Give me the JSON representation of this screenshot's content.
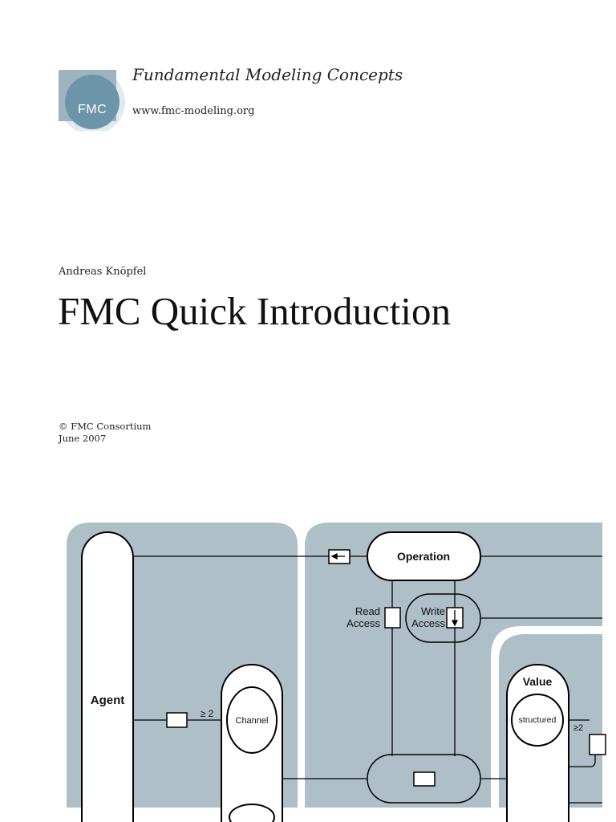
{
  "header": {
    "logo_text": "FMC",
    "org_title": "Fundamental Modeling Concepts",
    "org_url": "www.fmc-modeling.org"
  },
  "document": {
    "author": "Andreas Knöpfel",
    "title": "FMC Quick Introduction",
    "copyright": "© FMC Consortium",
    "date": "June 2007"
  },
  "diagram": {
    "labels": {
      "operation": "Operation",
      "read_line1": "Read",
      "read_line2": "Access",
      "write_line1": "Write",
      "write_line2": "Access",
      "agent": "Agent",
      "channel": "Channel",
      "ge2_left": "≥ 2",
      "value": "Value",
      "structured": "structured",
      "ge2_right": "≥2"
    },
    "colors": {
      "region_fill": "#aebfc7",
      "logo_square": "#9db4bf",
      "logo_circle": "#6d95aa"
    }
  }
}
